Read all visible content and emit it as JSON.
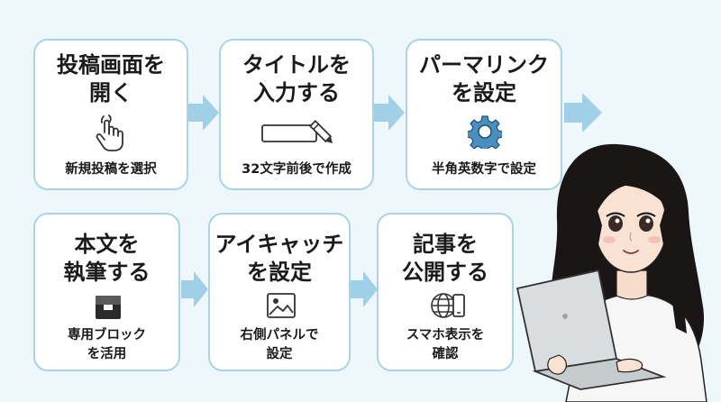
{
  "steps": [
    {
      "title": [
        "投稿画面を",
        "開く"
      ],
      "desc": [
        "新規投稿を選択"
      ],
      "icon": "pointer-hand-icon"
    },
    {
      "title": [
        "タイトルを",
        "入力する"
      ],
      "desc": [
        "32文字前後で作成"
      ],
      "icon": "text-field-pencil-icon"
    },
    {
      "title": [
        "パーマリンク",
        "を設定"
      ],
      "desc": [
        "半角英数字で設定"
      ],
      "icon": "gear-icon"
    },
    {
      "title": [
        "本文を",
        "執筆する"
      ],
      "desc": [
        "専用ブロック",
        "を活用"
      ],
      "icon": "block-icon"
    },
    {
      "title": [
        "アイキャッチ",
        "を設定"
      ],
      "desc": [
        "右側パネルで",
        "設定"
      ],
      "icon": "image-icon"
    },
    {
      "title": [
        "記事を",
        "公開する"
      ],
      "desc": [
        "スマホ表示を",
        "確認"
      ],
      "icon": "globe-phone-icon"
    }
  ],
  "colors": {
    "card_border": "#a9d4e8",
    "arrow": "#9fd0e8",
    "background": "#eef7fb"
  },
  "illustration": "woman-with-laptop"
}
